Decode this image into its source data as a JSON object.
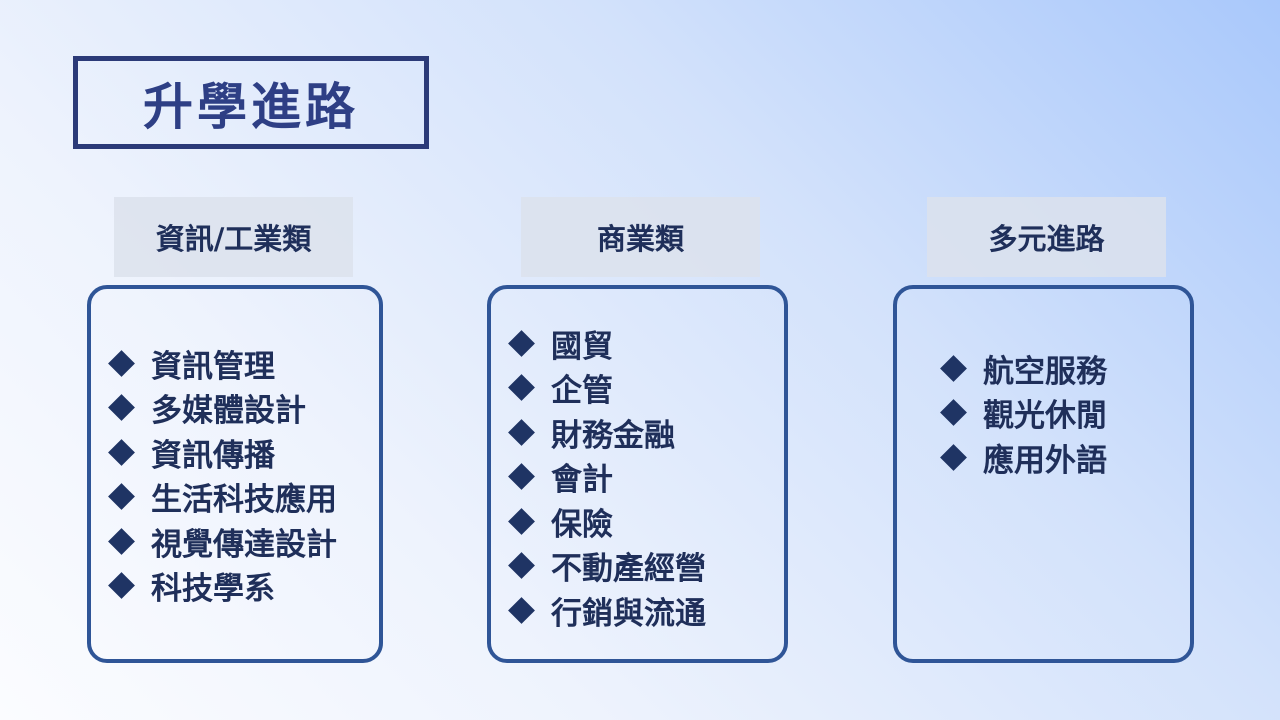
{
  "title": "升學進路",
  "columns": [
    {
      "heading": "資訊/工業類",
      "items": [
        "資訊管理",
        "多媒體設計",
        "資訊傳播",
        "生活科技應用",
        "視覺傳達設計",
        "科技學系"
      ]
    },
    {
      "heading": "商業類",
      "items": [
        "國貿",
        "企管",
        "財務金融",
        "會計",
        "保險",
        "不動產經營",
        "行銷與流通"
      ]
    },
    {
      "heading": "多元進路",
      "items": [
        "航空服務",
        "觀光休閒",
        "應用外語"
      ]
    }
  ]
}
